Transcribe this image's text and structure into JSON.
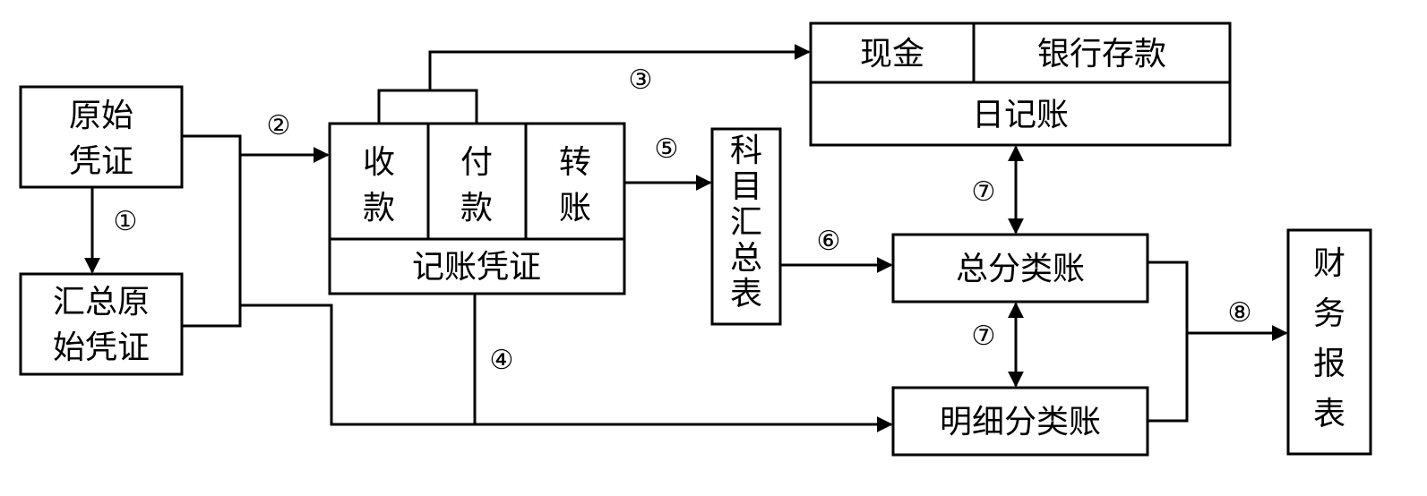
{
  "nodes": {
    "original_voucher": [
      "原始",
      "凭证"
    ],
    "summary_original_voucher": [
      "汇总原",
      "始凭证"
    ],
    "voucher_types": [
      [
        "收",
        "款"
      ],
      [
        "付",
        "款"
      ],
      [
        "转",
        "账"
      ]
    ],
    "accounting_voucher": "记账凭证",
    "subject_summary": [
      "科",
      "目",
      "汇",
      "总",
      "表"
    ],
    "cash": "现金",
    "bank_deposit": "银行存款",
    "journal": "日记账",
    "general_ledger": "总分类账",
    "detail_ledger": "明细分类账",
    "financial_statements": [
      "财",
      "务",
      "报",
      "表"
    ]
  },
  "steps": [
    "①",
    "②",
    "③",
    "④",
    "⑤",
    "⑥",
    "⑦",
    "⑦",
    "⑧"
  ]
}
